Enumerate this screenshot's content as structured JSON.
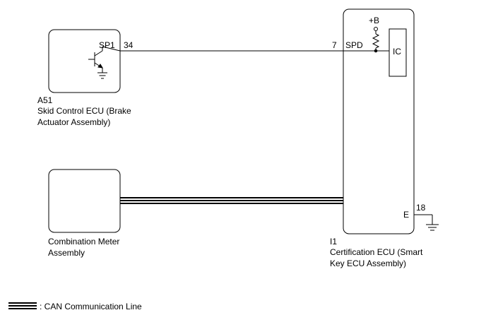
{
  "colors": {
    "line": "#000000",
    "background": "#ffffff"
  },
  "components": {
    "skid_control": {
      "code": "A51",
      "name_line1": "Skid Control ECU (Brake",
      "name_line2": "Actuator Assembly)",
      "terminal_name": "SP1",
      "terminal_pin": "34"
    },
    "combination_meter": {
      "name_line1": "Combination Meter",
      "name_line2": "Assembly"
    },
    "certification_ecu": {
      "code": "I1",
      "name_line1": "Certification ECU (Smart",
      "name_line2": "Key ECU Assembly)",
      "terminal_spd_pin": "7",
      "terminal_spd_name": "SPD",
      "supply_label": "+B",
      "ic_label": "IC",
      "ground_terminal_name": "E",
      "ground_terminal_pin": "18"
    }
  },
  "legend": {
    "can_line_label": ": CAN Communication Line"
  },
  "icons": {
    "transistor": "npn-transistor-icon",
    "resistor": "resistor-icon",
    "ground": "ground-icon"
  }
}
